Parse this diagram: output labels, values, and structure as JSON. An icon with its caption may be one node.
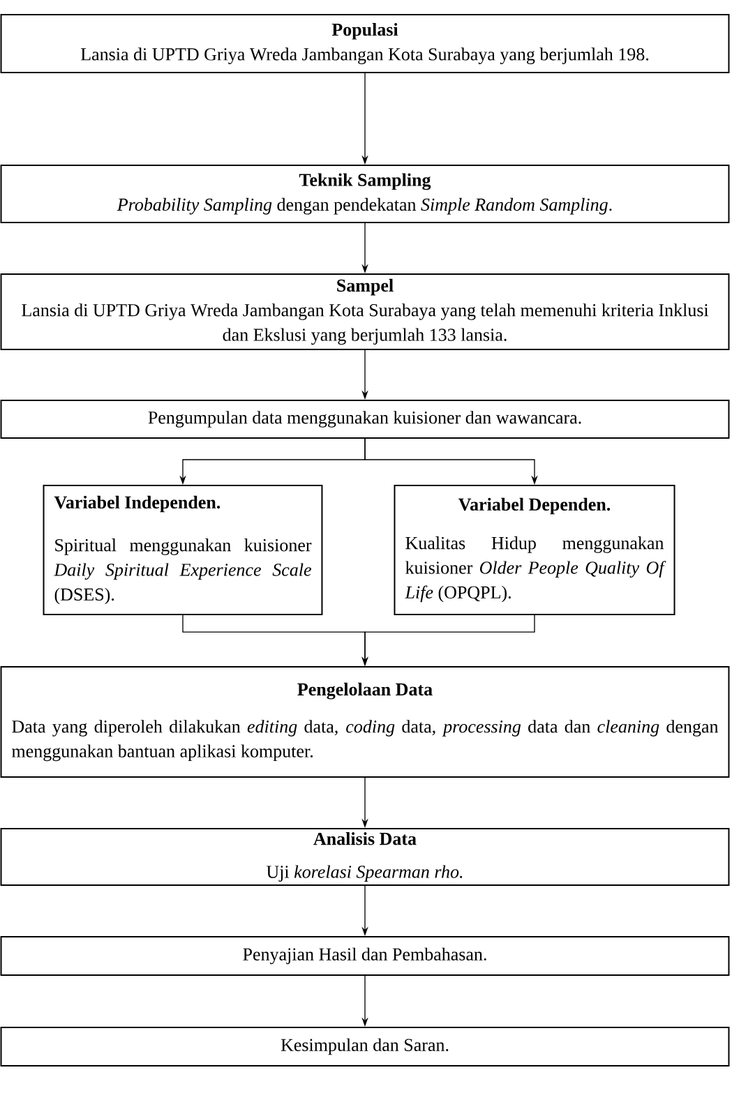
{
  "diagram": {
    "nodes": [
      {
        "text": [
          "Populasi",
          "Lansia di UPTD Griya Wreda Jambangan Kota Surabaya yang berjumlah 198."
        ]
      },
      {
        "text": [
          "Teknik Sampling",
          "*Probability Sampling* dengan pendekatan *Simple Random Sampling*."
        ]
      },
      {
        "text": [
          "Sampel",
          "Lansia di UPTD Griya Wreda Jambangan Kota Surabaya yang telah memenuhi kriteria Inklusi dan Ekslusi yang berjumlah 133 lansia."
        ]
      },
      {
        "text": [
          "Pengumpulan data menggunakan kuisioner dan wawancara."
        ]
      },
      {
        "text": [
          "Variabel Independen.",
          "Spiritual menggunakan kuisioner *Daily Spiritual Experience Scale* (DSES)."
        ]
      },
      {
        "text": [
          "Variabel Dependen.",
          "Kualitas Hidup menggunakan kuisioner *Older People Quality Of Life* (OPQPL)."
        ]
      },
      {
        "text": [
          "Pengelolaan Data",
          "Data yang diperoleh dilakukan *editing* data, *coding* data, *processing* data dan *cleaning* dengan menggunakan bantuan aplikasi komputer."
        ]
      },
      {
        "text": [
          "Analisis Data",
          "Uji *korelasi Spearman rho.*"
        ]
      },
      {
        "text": [
          "Penyajian Hasil dan Pembahasan."
        ]
      },
      {
        "text": [
          "Kesimpulan dan Saran."
        ]
      }
    ],
    "edges": [
      {
        "from": 0,
        "to": 1,
        "arrow": "to"
      },
      {
        "from": 1,
        "to": 2,
        "arrow": "to"
      },
      {
        "from": 2,
        "to": 3,
        "arrow": "to"
      },
      {
        "from": 3,
        "to": 4,
        "arrow": "to"
      },
      {
        "from": 3,
        "to": 5,
        "arrow": "to"
      },
      {
        "from": 4,
        "to": 6,
        "arrow": "to"
      },
      {
        "from": 5,
        "to": 6,
        "arrow": "to"
      },
      {
        "from": 6,
        "to": 7,
        "arrow": "to"
      },
      {
        "from": 7,
        "to": 8,
        "arrow": "to"
      },
      {
        "from": 8,
        "to": 9,
        "arrow": "to"
      }
    ]
  }
}
